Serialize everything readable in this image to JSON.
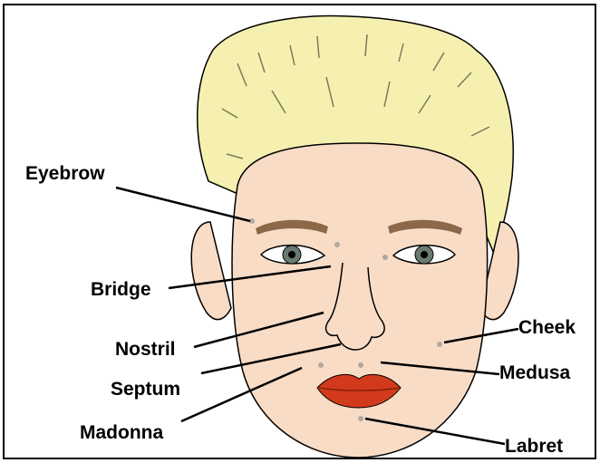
{
  "diagram": {
    "labels": {
      "eyebrow": "Eyebrow",
      "bridge": "Bridge",
      "nostril": "Nostril",
      "septum": "Septum",
      "madonna": "Madonna",
      "cheek": "Cheek",
      "medusa": "Medusa",
      "labret": "Labret"
    },
    "colors": {
      "hair": "#f5f0b0",
      "skin": "#f9dcc6",
      "eyebrow": "#8a6848",
      "lips": "#d13a1a",
      "outline": "#000000",
      "piercing": "#b0a8a0"
    }
  }
}
